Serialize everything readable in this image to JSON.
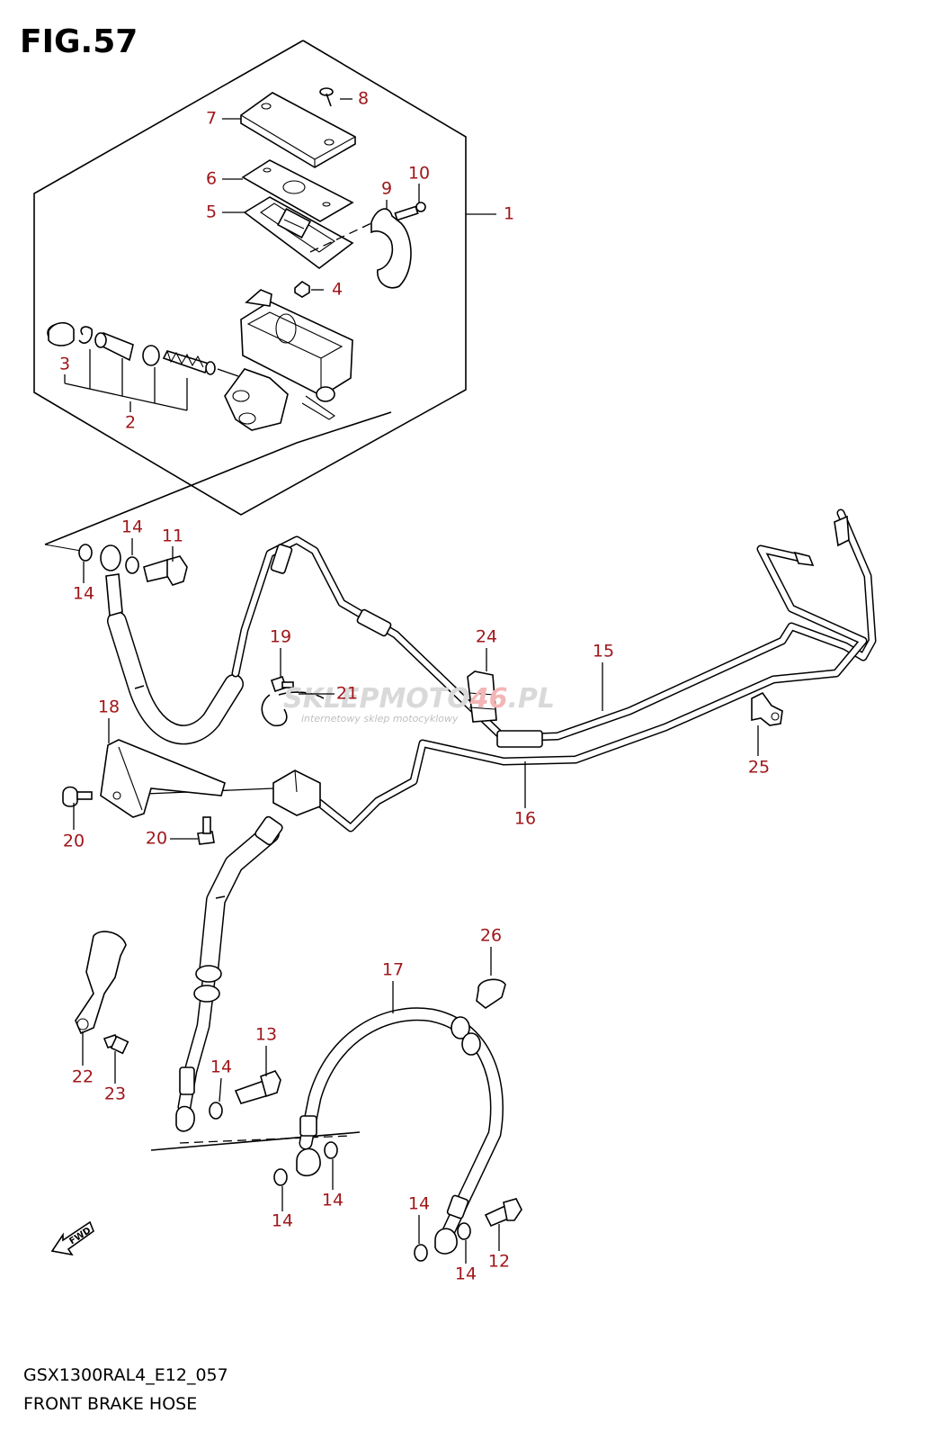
{
  "figure": {
    "title": "FIG.57",
    "model_code": "GSX1300RAL4_E12_057",
    "caption": "FRONT BRAKE HOSE",
    "direction_label": "FWD"
  },
  "watermark": {
    "brand_part1": "SKLEPMOTO",
    "brand_part2": "46",
    "brand_part3": ".PL",
    "tagline": "internetowy sklep motocyklowy"
  },
  "callouts": [
    {
      "id": "c1",
      "label": "1"
    },
    {
      "id": "c2",
      "label": "2"
    },
    {
      "id": "c3",
      "label": "3"
    },
    {
      "id": "c4",
      "label": "4"
    },
    {
      "id": "c5",
      "label": "5"
    },
    {
      "id": "c6",
      "label": "6"
    },
    {
      "id": "c7",
      "label": "7"
    },
    {
      "id": "c8",
      "label": "8"
    },
    {
      "id": "c9",
      "label": "9"
    },
    {
      "id": "c10",
      "label": "10"
    },
    {
      "id": "c11",
      "label": "11"
    },
    {
      "id": "c12",
      "label": "12"
    },
    {
      "id": "c13",
      "label": "13"
    },
    {
      "id": "c14a",
      "label": "14"
    },
    {
      "id": "c14b",
      "label": "14"
    },
    {
      "id": "c14c",
      "label": "14"
    },
    {
      "id": "c14d",
      "label": "14"
    },
    {
      "id": "c14e",
      "label": "14"
    },
    {
      "id": "c14f",
      "label": "14"
    },
    {
      "id": "c14g",
      "label": "14"
    },
    {
      "id": "c15",
      "label": "15"
    },
    {
      "id": "c16",
      "label": "16"
    },
    {
      "id": "c17",
      "label": "17"
    },
    {
      "id": "c18",
      "label": "18"
    },
    {
      "id": "c19",
      "label": "19"
    },
    {
      "id": "c20a",
      "label": "20"
    },
    {
      "id": "c20b",
      "label": "20"
    },
    {
      "id": "c21",
      "label": "21"
    },
    {
      "id": "c22",
      "label": "22"
    },
    {
      "id": "c23",
      "label": "23"
    },
    {
      "id": "c24",
      "label": "24"
    },
    {
      "id": "c25",
      "label": "25"
    },
    {
      "id": "c26",
      "label": "26"
    }
  ],
  "colors": {
    "callout": "#a0171b",
    "line": "#000000",
    "watermark_gray": "#d9d9d9",
    "watermark_red": "#f3b6b6"
  }
}
